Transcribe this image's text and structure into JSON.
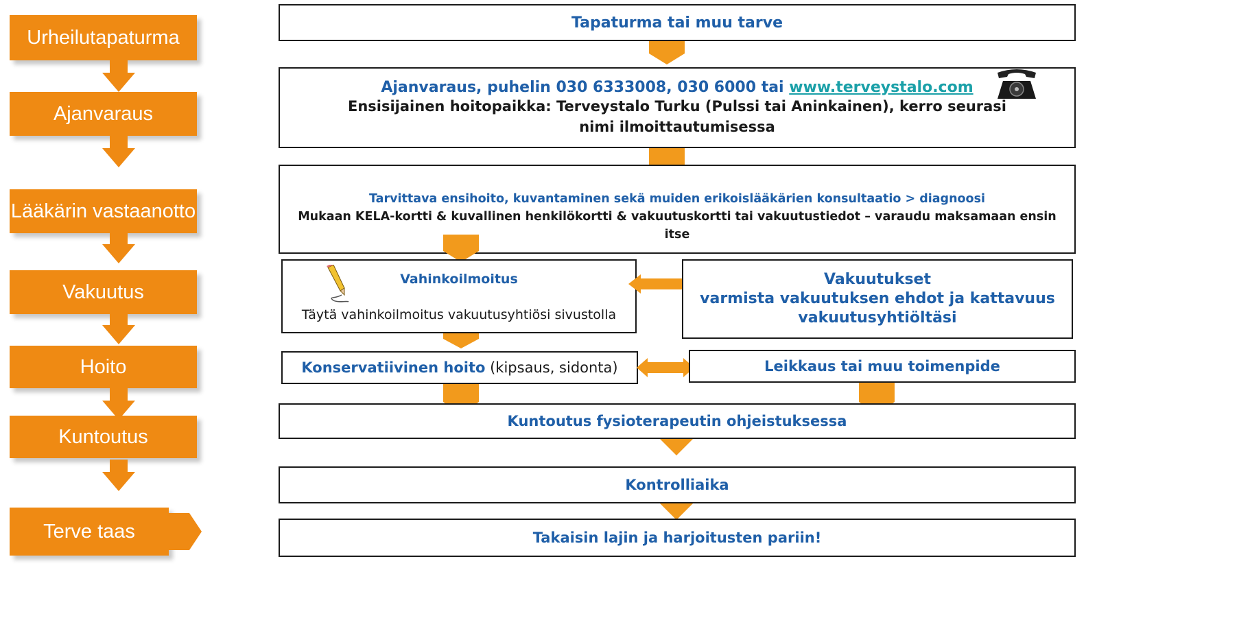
{
  "colors": {
    "accent": "#ef8a13",
    "box_text_blue": "#1f5fa8",
    "link": "#1aa0a8"
  },
  "steps": [
    {
      "label": "Urheilutapaturma"
    },
    {
      "label": "Ajanvaraus"
    },
    {
      "label": "Lääkärin vastaanotto"
    },
    {
      "label": "Vakuutus"
    },
    {
      "label": "Hoito"
    },
    {
      "label": "Kuntoutus"
    },
    {
      "label": "Terve taas"
    }
  ],
  "boxes": {
    "tapaturma": "Tapaturma tai muu tarve",
    "ajanvaraus_line1": "Ajanvaraus, puhelin 030 6333008, 030 6000 tai ",
    "ajanvaraus_link": "www.terveystalo.com",
    "ajanvaraus_line2": "Ensisijainen hoitopaikka: Terveystalo Turku (Pulssi tai Aninkainen), kerro seurasi nimi ilmoittautumisessa",
    "vastaanotto_line1": "Tarvittava ensihoito, kuvantaminen sekä muiden erikoislääkärien konsultaatio > diagnoosi",
    "vastaanotto_line2": "Mukaan KELA-kortti & kuvallinen henkilökortti & vakuutuskortti tai vakuutustiedot – varaudu maksamaan ensin itse",
    "vahinko_title": "Vahinkoilmoitus",
    "vahinko_text": "Täytä vahinkoilmoitus vakuutusyhtiösi sivustolla",
    "vakuutukset_title": "Vakuutukset",
    "vakuutukset_text": "varmista vakuutuksen ehdot ja kattavuus vakuutusyhtiöltäsi",
    "konservatiivinen_bold": "Konservatiivinen hoito",
    "konservatiivinen_rest": " (kipsaus, sidonta)",
    "leikkaus": "Leikkaus tai muu toimenpide",
    "kuntoutus": "Kuntoutus fysioterapeutin ohjeistuksessa",
    "kontrolli": "Kontrolliaika",
    "takaisin": "Takaisin lajin ja harjoitusten pariin!"
  },
  "icons": {
    "phone": "telephone-icon",
    "pencil": "pencil-icon"
  }
}
